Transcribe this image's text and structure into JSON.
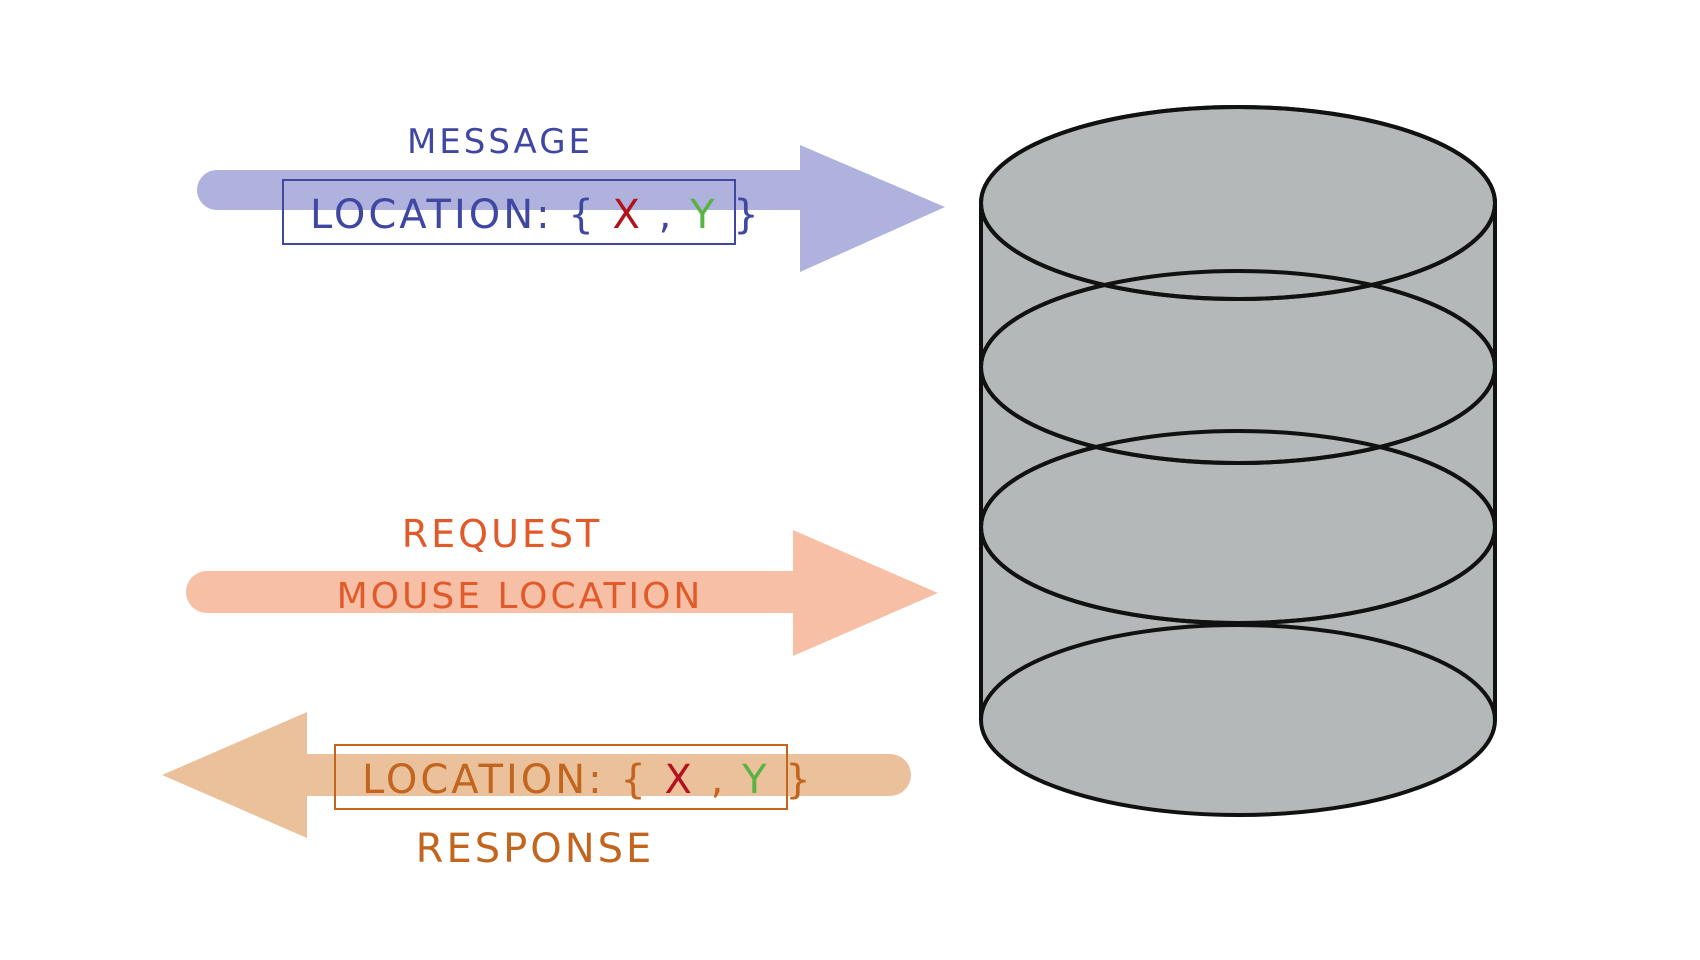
{
  "colors": {
    "message": "#3f47a2",
    "message_arrow": "#aeb2dd",
    "request": "#e05a2a",
    "request_arrow": "#f8bfa7",
    "response": "#c2651f",
    "response_arrow": "#ebc19c",
    "x_value": "#b3121d",
    "y_value": "#57b342",
    "cylinder_fill": "#b4b8b9",
    "cylinder_stroke": "#111111"
  },
  "message": {
    "title": "MESSAGE",
    "payload_label": "LOCATION:",
    "open_brace": "{",
    "x": "X",
    "comma": ",",
    "y": "Y",
    "close_brace": "}"
  },
  "request": {
    "title": "REQUEST",
    "body": "MOUSE LOCATION"
  },
  "response": {
    "payload_label": "LOCATION:",
    "open_brace": "{",
    "x": "X",
    "comma": ",",
    "y": "Y",
    "close_brace": "}",
    "title": "RESPONSE"
  },
  "database": {
    "icon": "database-cylinder-icon"
  }
}
